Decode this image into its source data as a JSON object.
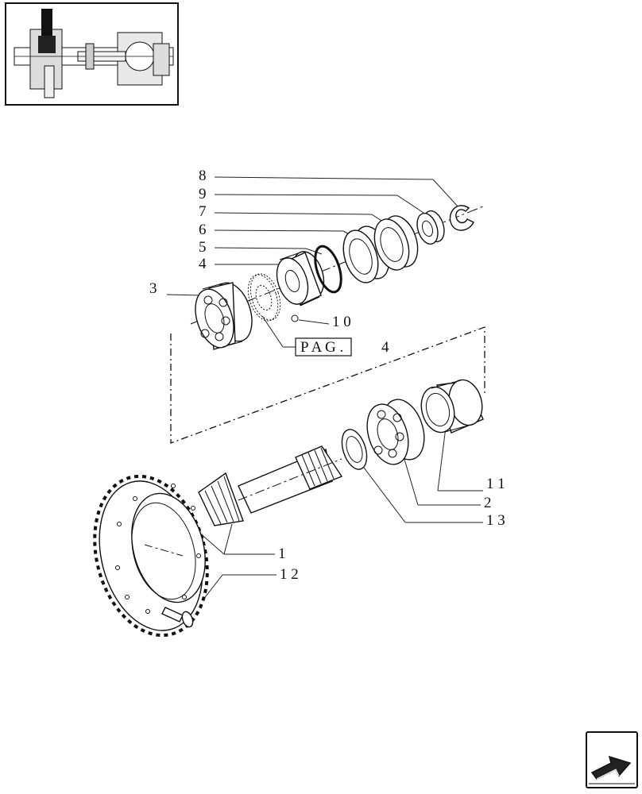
{
  "callouts": {
    "c1": "1",
    "c2": "2",
    "c3": "3",
    "c4": "4",
    "c5": "5",
    "c6": "6",
    "c7": "7",
    "c8": "8",
    "c9": "9",
    "c10": "1 0",
    "c11": "1 1",
    "c12": "1 2",
    "c13": "1 3"
  },
  "page_ref": {
    "label": "P A G .",
    "number": "4"
  },
  "icons": {
    "nav": "arrow-next-page-icon",
    "thumbnail": "axle-assembly-thumbnail"
  }
}
